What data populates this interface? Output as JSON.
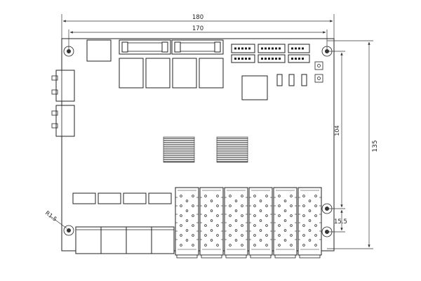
{
  "drawing": {
    "line_color": "#222222",
    "background": "#ffffff",
    "dimensions": {
      "overall_width": "180",
      "hole_spacing_width": "170",
      "overall_height": "135",
      "hole_spacing_height": "104",
      "bottom_offset": "15.5",
      "hole_radius": "R1.5"
    },
    "sfp_cage_count": 6,
    "rj45_port_count": 4,
    "heatsink_count": 2,
    "ic_row_count": 4,
    "mounting_hole_count": 5
  }
}
